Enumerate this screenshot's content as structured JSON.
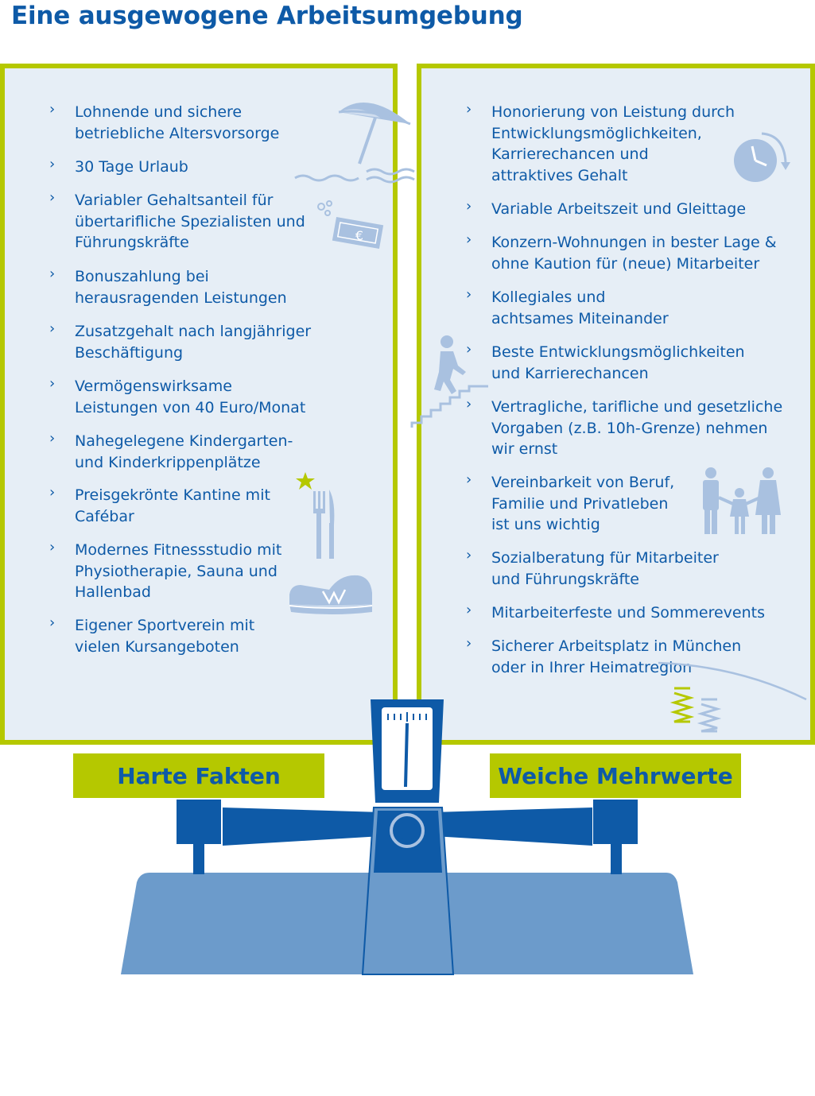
{
  "title": "Eine ausgewogene Arbeitsumgebung",
  "colors": {
    "accent_green": "#b5c800",
    "brand_blue": "#0e5aa7",
    "panel_bg": "#e6eef6",
    "icon_light": "#a9c1e0",
    "scale_body": "#6c9bcb"
  },
  "left": {
    "label": "Harte Fakten",
    "items": [
      {
        "text": "Lohnende und sichere\nbetriebliche Altersvorsorge"
      },
      {
        "text": "30 Tage Urlaub"
      },
      {
        "text": "Variabler Gehaltsanteil für\nübertarifliche Spezialisten und\nFührungskräfte"
      },
      {
        "text": "Bonuszahlung bei\nherausragenden Leistungen"
      },
      {
        "text": "Zusatzgehalt nach langjähriger\nBeschäftigung"
      },
      {
        "text": "Vermögenswirksame\nLeistungen von 40 Euro/Monat"
      },
      {
        "text": "Nahegelegene Kindergarten-\nund Kinderkrippenplätze"
      },
      {
        "text": "Preisgekrönte Kantine mit\nCafébar"
      },
      {
        "text": "Modernes Fitnessstudio mit\nPhysiotherapie, Sauna und\nHallenbad"
      },
      {
        "text": "Eigener Sportverein mit\nvielen Kursangeboten"
      }
    ]
  },
  "right": {
    "label": "Weiche Mehrwerte",
    "items": [
      {
        "text": "Honorierung von Leistung durch\nEntwicklungsmöglichkeiten,\nKarrierechancen und\nattraktives Gehalt"
      },
      {
        "text": "Variable Arbeitszeit und Gleittage"
      },
      {
        "text": "Konzern-Wohnungen in bester Lage &\nohne Kaution für (neue) Mitarbeiter"
      },
      {
        "text": "Kollegiales und\nachtsames Miteinander"
      },
      {
        "text": "Beste Entwicklungsmöglichkeiten\nund Karrierechancen"
      },
      {
        "text": "Vertragliche, tarifliche und gesetzliche\nVorgaben (z.B. 10h-Grenze) nehmen\nwir ernst"
      },
      {
        "text": "Vereinbarkeit von Beruf,\nFamilie und Privatleben\nist uns wichtig"
      },
      {
        "text": "Sozialberatung für Mitarbeiter\nund Führungskräfte"
      },
      {
        "text": "Mitarbeiterfeste und Sommerevents"
      },
      {
        "text": "Sicherer Arbeitsplatz in München\noder in Ihrer Heimatregion"
      }
    ]
  },
  "bullet_glyph": "›",
  "money_symbol": "€",
  "icons": [
    "beach-umbrella-icon",
    "money-bills-icon",
    "cutlery-star-icon",
    "sneaker-icon",
    "clock-icon",
    "stairs-climber-icon",
    "family-icon",
    "spring-icon",
    "balance-scale-icon"
  ]
}
